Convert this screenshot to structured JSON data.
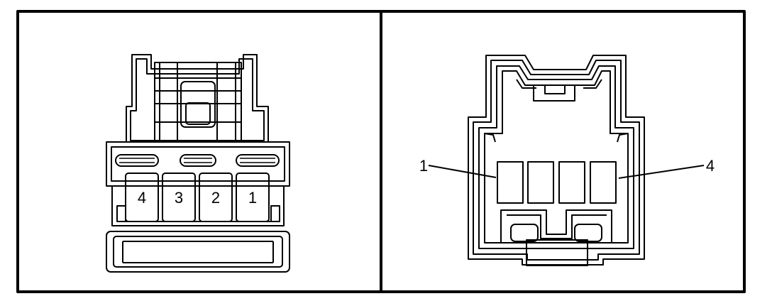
{
  "left_view": {
    "pin_numbers": [
      "4",
      "3",
      "2",
      "1"
    ]
  },
  "right_view": {
    "callout_left": "1",
    "callout_right": "4"
  },
  "colors": {
    "ink": "#000000",
    "paper": "#ffffff"
  }
}
